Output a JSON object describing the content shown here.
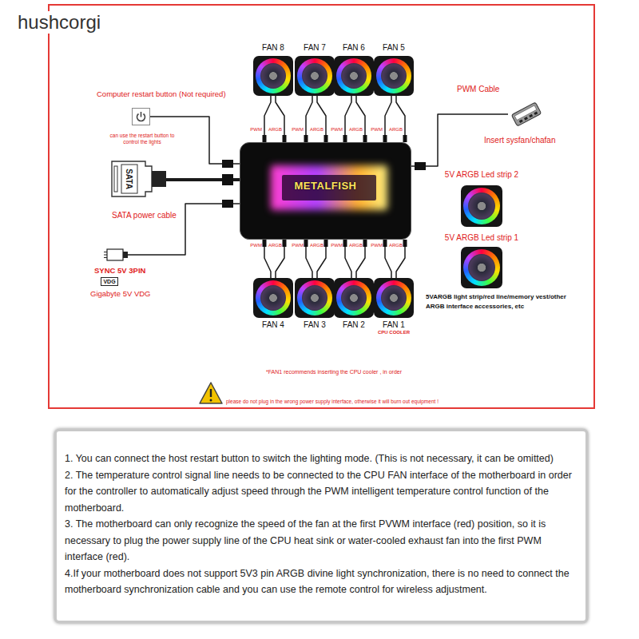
{
  "diagram": {
    "nodes": [
      {
        "text": [
          "FAN 8"
        ]
      },
      {
        "text": [
          "FAN 7"
        ]
      },
      {
        "text": [
          "FAN 6"
        ]
      },
      {
        "text": [
          "FAN 5"
        ]
      },
      {
        "text": [
          "Computer restart button (Not required)",
          "can use the restart button to control the lights"
        ]
      },
      {
        "text": [
          "PWM Cable",
          "Insert sysfan/chafan"
        ]
      },
      {
        "text": [
          "SATA",
          "SATA power cable"
        ]
      },
      {
        "text": [
          "METALFISH"
        ]
      },
      {
        "text": [
          "5V ARGB Led strip 2"
        ]
      },
      {
        "text": [
          "5V ARGB Led strip 1"
        ]
      },
      {
        "text": [
          "SYNC 5V 3PIN"
        ]
      },
      {
        "text": [
          "VDG",
          "Gigabyte 5V VDG"
        ]
      },
      {
        "text": [
          "FAN 4"
        ]
      },
      {
        "text": [
          "FAN 3"
        ]
      },
      {
        "text": [
          "FAN 2"
        ]
      },
      {
        "text": [
          "FAN 1",
          "CPU COOLER"
        ]
      },
      {
        "text": [
          "1. You can connect the host restart button to switch the lighting mode. (This is not necessary, it can be omitted)",
          "2. The temperature control signal line needs to be connected to the CPU FAN interface of the motherboard in order for the controller to automatically adjust speed through the PWM intelligent temperature control function of the motherboard.",
          "3. The motherboard can only recognize the speed of the fan at the first PVWM interface (red) position, so it is necessary to plug the power supply line of the CPU heat sink or water-cooled exhaust fan into the first PWM interface (red).",
          "4.If your motherboard does not support 5V3 pin ARGB divine light synchronization, there is no need to connect the motherboard synchronization cable and you can use the remote control for wireless adjustment."
        ]
      }
    ],
    "edges": [
      {
        "from": 0,
        "to": 7,
        "arrow": "none"
      },
      {
        "from": 0,
        "to": 7,
        "arrow": "none"
      },
      {
        "from": 1,
        "to": 7,
        "arrow": "none"
      },
      {
        "from": 1,
        "to": 7,
        "arrow": "none"
      },
      {
        "from": 2,
        "to": 7,
        "arrow": "none"
      },
      {
        "from": 2,
        "to": 7,
        "arrow": "none"
      },
      {
        "from": 3,
        "to": 7,
        "arrow": "none"
      },
      {
        "from": 3,
        "to": 7,
        "arrow": "none"
      },
      {
        "from": 4,
        "to": 7,
        "arrow": "none"
      },
      {
        "from": 7,
        "to": 5,
        "arrow": "none"
      },
      {
        "from": 6,
        "to": 7,
        "arrow": "none"
      },
      {
        "from": 10,
        "to": 7,
        "arrow": "none"
      },
      {
        "from": 12,
        "to": 7,
        "arrow": "none"
      },
      {
        "from": 12,
        "to": 7,
        "arrow": "none"
      },
      {
        "from": 13,
        "to": 7,
        "arrow": "none"
      },
      {
        "from": 13,
        "to": 7,
        "arrow": "none"
      },
      {
        "from": 14,
        "to": 7,
        "arrow": "none"
      },
      {
        "from": 14,
        "to": 7,
        "arrow": "none"
      },
      {
        "from": 15,
        "to": 7,
        "arrow": "none"
      },
      {
        "from": 15,
        "to": 7,
        "arrow": "none"
      }
    ],
    "labels": [
      "hushcorgi",
      "PWM",
      "ARGB",
      "PWM",
      "ARGB",
      "PWM",
      "ARGB",
      "PWM",
      "ARGB",
      "5VARGB light strip/red line/memory vest/other ARGB interface accessories, etc",
      "PWM",
      "ARGB",
      "PWM",
      "ARGB",
      "PWM",
      "ARGB",
      "PWM",
      "ARGB",
      "*FAN1 recommends inserting the CPU cooler , in order",
      "please do not plug in the wrong power supply interface, otherwise it will burn out equipment !"
    ]
  }
}
